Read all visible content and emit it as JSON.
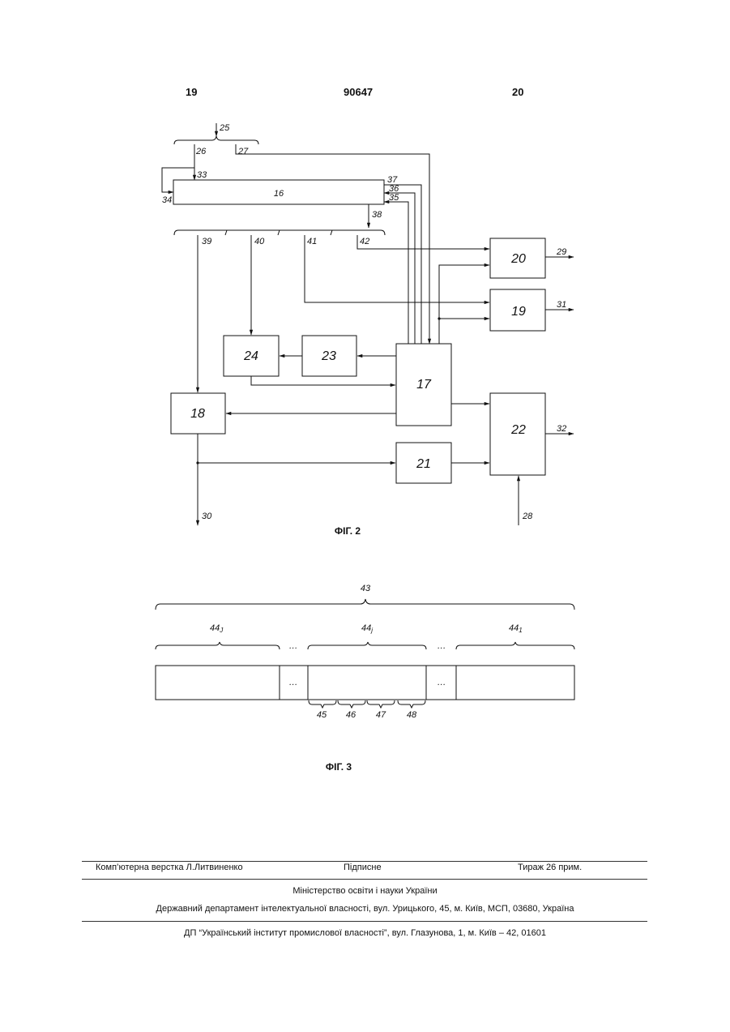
{
  "header": {
    "left": "19",
    "center": "90647",
    "right": "20"
  },
  "fig2": {
    "caption": "ФІГ. 2",
    "blocks": {
      "b16": "16",
      "b17": "17",
      "b18": "18",
      "b19": "19",
      "b20": "20",
      "b21": "21",
      "b22": "22",
      "b23": "23",
      "b24": "24"
    },
    "labels": {
      "l25": "25",
      "l26": "26",
      "l27": "27",
      "l28": "28",
      "l29": "29",
      "l30": "30",
      "l31": "31",
      "l32": "32",
      "l33": "33",
      "l34": "34",
      "l35": "35",
      "l36": "36",
      "l37": "37",
      "l38": "38",
      "l39": "39",
      "l40": "40",
      "l41": "41",
      "l42": "42"
    }
  },
  "fig3": {
    "caption": "ФІГ. 3",
    "labels": {
      "l43": "43",
      "l44J": "44",
      "l44J_sub": "J",
      "l44j": "44",
      "l44j_sub": "j",
      "l441": "44",
      "l441_sub": "1",
      "l45": "45",
      "l46": "46",
      "l47": "47",
      "l48": "48"
    },
    "ellipsis": "…"
  },
  "footer": {
    "row1": {
      "left": "Комп’ютерна верстка Л.Литвиненко",
      "center": "Підписне",
      "right": "Тираж 26 прим."
    },
    "ministry": "Міністерство освіти і науки України",
    "department": "Державний департамент інтелектуальної власності, вул. Урицького, 45, м. Київ, МСП, 03680, Україна",
    "institute": "ДП “Український інститут промислової власності”, вул. Глазунова, 1, м. Київ – 42, 01601"
  }
}
